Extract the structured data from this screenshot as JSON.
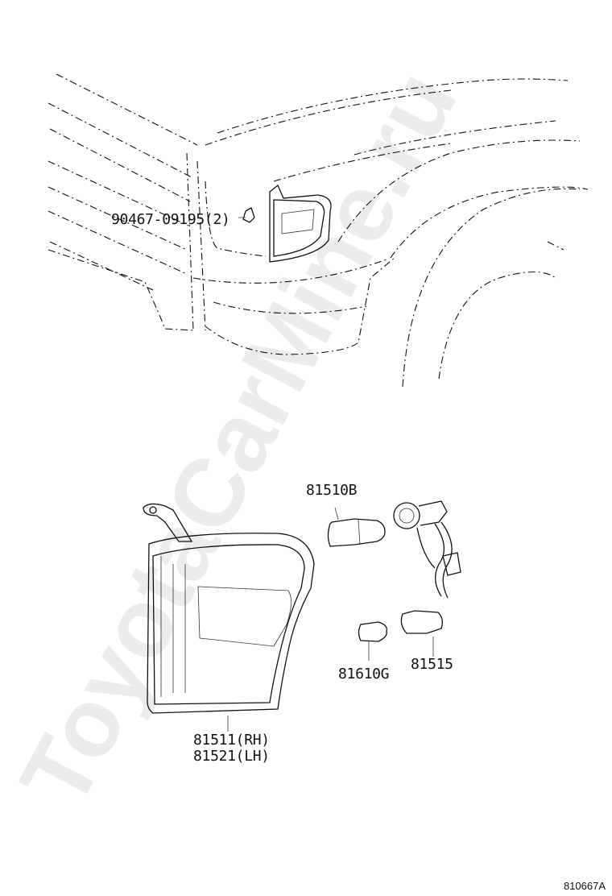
{
  "watermark": "ToyotaCarMine.ru",
  "figure_id": "810667A",
  "callouts": {
    "clip": "90467-09195(2)",
    "bulb_front": "81510B",
    "bulb_small": "81610G",
    "socket_harness": "81515",
    "lamp_rh": "81511(RH)",
    "lamp_lh": "81521(LH)"
  }
}
